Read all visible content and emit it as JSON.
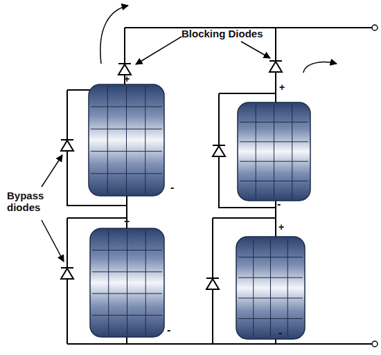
{
  "diagram": {
    "labels": [
      "Blocking Diodes",
      "Bypass diodes",
      "+",
      "-",
      "+",
      "-",
      "+",
      "-",
      "+",
      "-"
    ]
  }
}
